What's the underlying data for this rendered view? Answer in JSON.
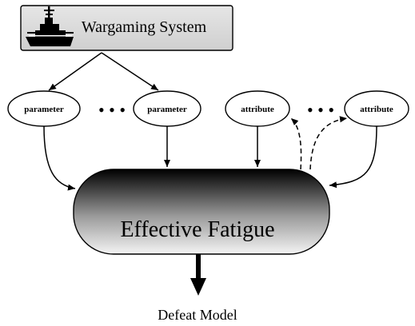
{
  "system_box": {
    "label": "Wargaming System",
    "icon": "battleship-icon"
  },
  "parameters": [
    {
      "label": "parameter"
    },
    {
      "label": "parameter"
    }
  ],
  "attributes": [
    {
      "label": "attribute"
    },
    {
      "label": "attribute"
    }
  ],
  "ellipsis_dots": "• • •",
  "central_node": {
    "label": "Effective Fatigue"
  },
  "output": {
    "label": "Defeat Model"
  }
}
